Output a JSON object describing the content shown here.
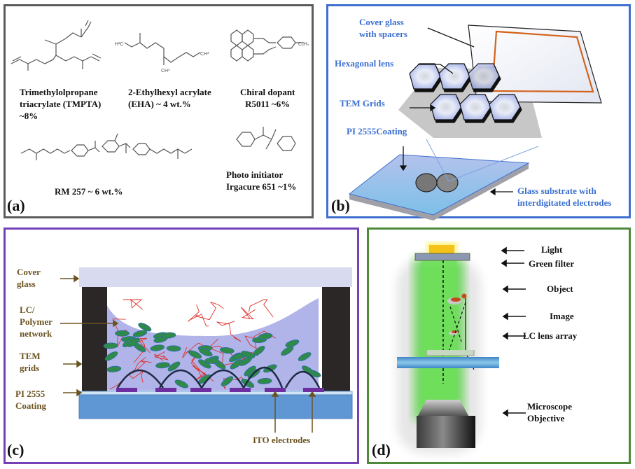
{
  "figure": {
    "panels": {
      "a": {
        "label": "(a)",
        "compounds": [
          {
            "name_line1": "Trimethylolpropane",
            "name_line2": "triacrylate (TMPTA)",
            "name_line3": "~8%"
          },
          {
            "name_line1": "2-Ethylhexyl acrylate",
            "name_line2": "(EHA) ~ 4 wt.%",
            "atom_labels": [
              "H²C",
              "CH³",
              "CH³"
            ]
          },
          {
            "name_line1": "Chiral dopant",
            "name_line2": "R5011 ~6%",
            "atom_labels": [
              "C₃H₇"
            ]
          },
          {
            "name_line1": "RM 257 ~ 6 wt.%"
          },
          {
            "name_line1": "Photo initiator",
            "name_line2": "Irgacure 651 ~1%"
          }
        ]
      },
      "b": {
        "label": "(b)",
        "callouts": {
          "cover_glass_1": "Cover glass",
          "cover_glass_2": "with spacers",
          "hex_lens": "Hexagonal lens",
          "tem_grids": "TEM Grids",
          "pi_coating": "PI 2555Coating",
          "substrate_1": "Glass substrate with",
          "substrate_2": "interdigitated electrodes"
        },
        "colors": {
          "accent": "#3b6fd0",
          "spacer": "#d4621c"
        }
      },
      "c": {
        "label": "(c)",
        "callouts": {
          "cover_1": "Cover",
          "cover_2": "glass",
          "lc_1": "LC/",
          "lc_2": "Polymer",
          "lc_3": "network",
          "tem_1": "TEM",
          "tem_2": "grids",
          "pi_1": "PI 2555",
          "pi_2": "Coating",
          "ito": "ITO electrodes"
        },
        "colors": {
          "label": "#6b5320",
          "electrode": "#6d2ea0",
          "substrate": "#5f97d4",
          "lc_molecule": "#2f8a4a",
          "polymer": "#e0312c"
        }
      },
      "d": {
        "label": "(d)",
        "callouts": {
          "light": "Light",
          "green_filter": "Green filter",
          "object": "Object",
          "image": "Image",
          "lc_array": "LC lens array",
          "objective_1": "Microscope",
          "objective_2": "Objective"
        },
        "colors": {
          "light": "#f5c21a",
          "beam": "#5cd448",
          "objective": "#2a2a2a"
        }
      }
    }
  }
}
